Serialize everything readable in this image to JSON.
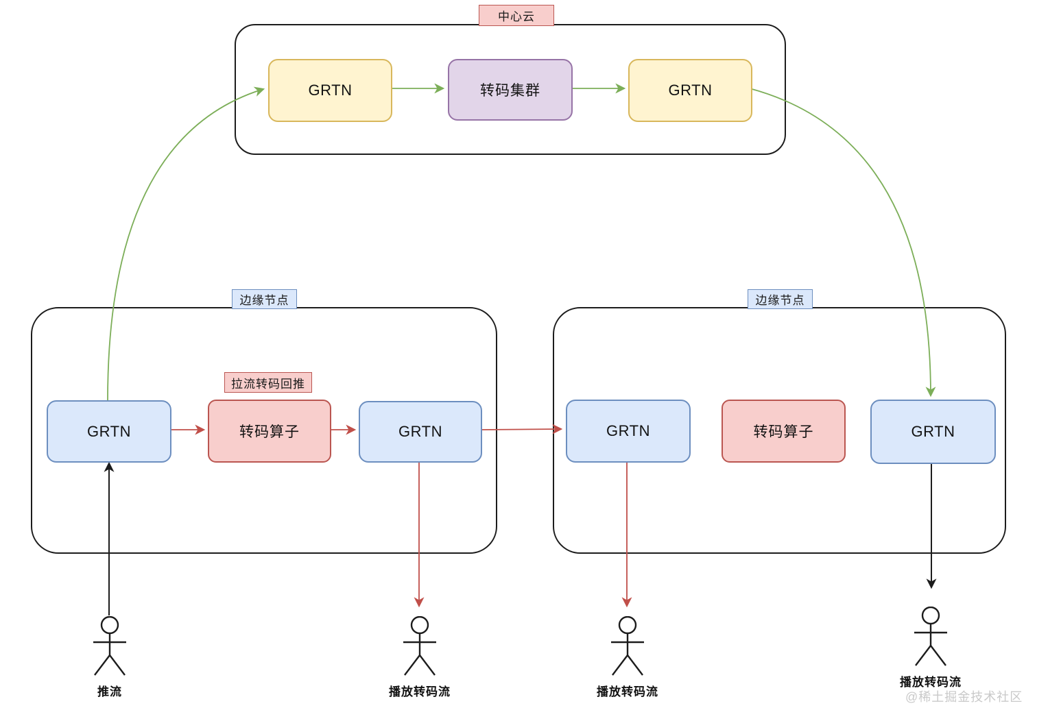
{
  "diagram": {
    "cloud": {
      "label": "中心云",
      "nodes": [
        {
          "label": "GRTN"
        },
        {
          "label": "转码集群"
        },
        {
          "label": "GRTN"
        }
      ]
    },
    "edge_left": {
      "label": "边缘节点",
      "flow_tag": "拉流转码回推",
      "nodes": [
        {
          "label": "GRTN"
        },
        {
          "label": "转码算子"
        },
        {
          "label": "GRTN"
        }
      ]
    },
    "edge_right": {
      "label": "边缘节点",
      "nodes": [
        {
          "label": "GRTN"
        },
        {
          "label": "转码算子"
        },
        {
          "label": "GRTN"
        }
      ]
    },
    "actors": [
      {
        "label": "推流"
      },
      {
        "label": "播放转码流"
      },
      {
        "label": "播放转码流"
      },
      {
        "label": "播放转码流"
      }
    ],
    "watermark": "@稀土掘金技术社区",
    "edges": [
      {
        "from": "edge-left-grtn-1",
        "to": "cloud-grtn-1",
        "color": "green"
      },
      {
        "from": "cloud-grtn-1",
        "to": "cloud-transcode-cluster",
        "color": "green"
      },
      {
        "from": "cloud-transcode-cluster",
        "to": "cloud-grtn-2",
        "color": "green"
      },
      {
        "from": "cloud-grtn-2",
        "to": "edge-right-grtn-2",
        "color": "green"
      },
      {
        "from": "edge-left-grtn-1",
        "to": "edge-left-transcode-operator",
        "color": "red"
      },
      {
        "from": "edge-left-transcode-operator",
        "to": "edge-left-grtn-2",
        "color": "red"
      },
      {
        "from": "edge-left-grtn-2",
        "to": "edge-right-grtn-1",
        "color": "red"
      },
      {
        "from": "edge-left-grtn-2",
        "to": "actor-2",
        "color": "red"
      },
      {
        "from": "edge-right-grtn-1",
        "to": "actor-3",
        "color": "red"
      },
      {
        "from": "actor-1",
        "to": "edge-left-grtn-1",
        "color": "black"
      },
      {
        "from": "edge-right-grtn-2",
        "to": "actor-4",
        "color": "black"
      }
    ],
    "colors": {
      "yellow_fill": "#FFF4D0",
      "yellow_stroke": "#D8B75B",
      "purple_fill": "#E2D5E9",
      "purple_stroke": "#9673A6",
      "blue_fill": "#DBE8FB",
      "blue_stroke": "#6C8EBF",
      "pink_fill": "#F8CECC",
      "pink_stroke": "#BA5550",
      "green_edge": "#7CAE58",
      "red_edge": "#C04F49",
      "black_edge": "#1c1c1c"
    }
  }
}
